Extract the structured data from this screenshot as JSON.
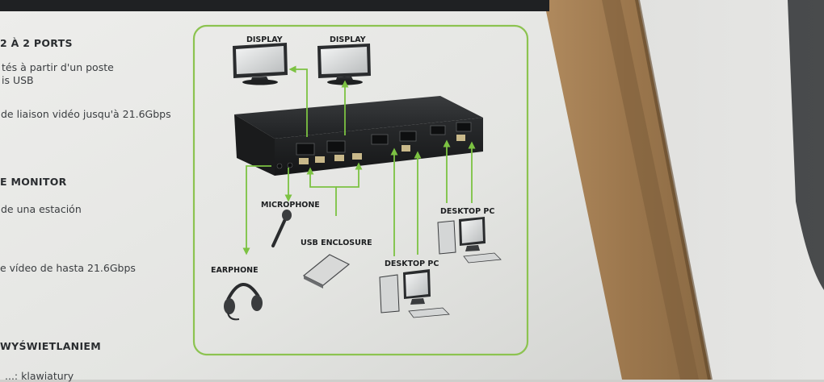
{
  "text_column": {
    "lines": [
      {
        "text": "2 À 2 PORTS",
        "style": "heading"
      },
      {
        "text": "tés à partir d'un poste",
        "style": "body"
      },
      {
        "text": "is USB",
        "style": "body"
      },
      {
        "text": "de liaison vidéo jusqu'à 21.6Gbps",
        "style": "body"
      },
      {
        "text": "E MONITOR",
        "style": "heading"
      },
      {
        "text": "de una estación",
        "style": "body"
      },
      {
        "text": "e vídeo de hasta 21.6Gbps",
        "style": "body"
      },
      {
        "text": "WYŚWIETLANIEM",
        "style": "heading"
      },
      {
        "text": "...: klawiatury",
        "style": "body"
      }
    ]
  },
  "diagram": {
    "labels": {
      "display_left": "DISPLAY",
      "display_right": "DISPLAY",
      "microphone": "MICROPHONE",
      "usb_enclosure": "USB ENCLOSURE",
      "earphone": "EARPHONE",
      "desktop_pc_bottom": "DESKTOP PC",
      "desktop_pc_right": "DESKTOP PC"
    },
    "line_color": "#7cc242",
    "frame_color": "#8cc350"
  },
  "colors": {
    "paper": "#e7e8e5",
    "cardboard": "#a57f55",
    "background": "#dcdcda"
  }
}
